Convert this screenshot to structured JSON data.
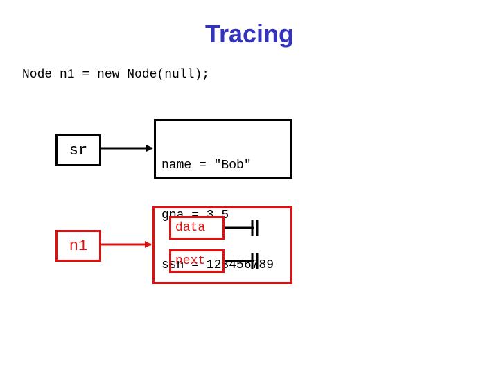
{
  "title": {
    "text": "Tracing",
    "color": "#3333bb"
  },
  "code": {
    "line": "Node n1 = new Node(null);"
  },
  "variables": [
    {
      "name": "sr",
      "color": "#000000"
    },
    {
      "name": "n1",
      "color": "#e01010"
    }
  ],
  "student_object": {
    "fields": [
      "name = \"Bob\"",
      "gpa = 3.5",
      "ssn = 123456789"
    ],
    "color": "#000000"
  },
  "node_object": {
    "fields": [
      {
        "label": "data"
      },
      {
        "label": "next"
      }
    ],
    "color": "#e01010"
  },
  "colors": {
    "accent_red": "#e01010",
    "black": "#000000",
    "title_blue": "#3333bb"
  }
}
